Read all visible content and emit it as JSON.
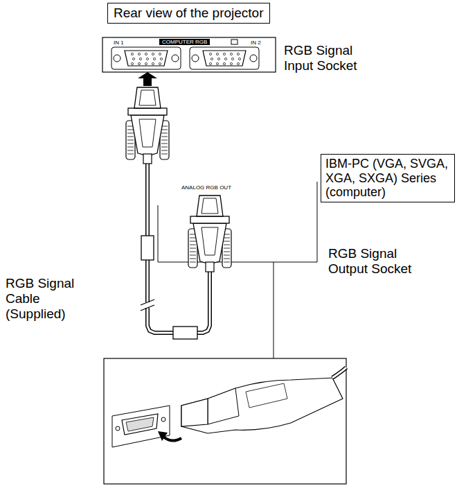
{
  "diagram": {
    "nodes": [
      {
        "text": [
          "Rear view of the projector"
        ]
      },
      {
        "text": [
          "IBM-PC (VGA, SVGA, XGA, SXGA) Series (computer)"
        ]
      }
    ],
    "labels": [
      "IN 1",
      "COMPUTER RGB",
      "IN 2",
      "RGB Signal Input Socket",
      "RGB Signal Cable (Supplied)",
      "ANALOG RGB OUT",
      "RGB Signal Output Socket"
    ]
  }
}
